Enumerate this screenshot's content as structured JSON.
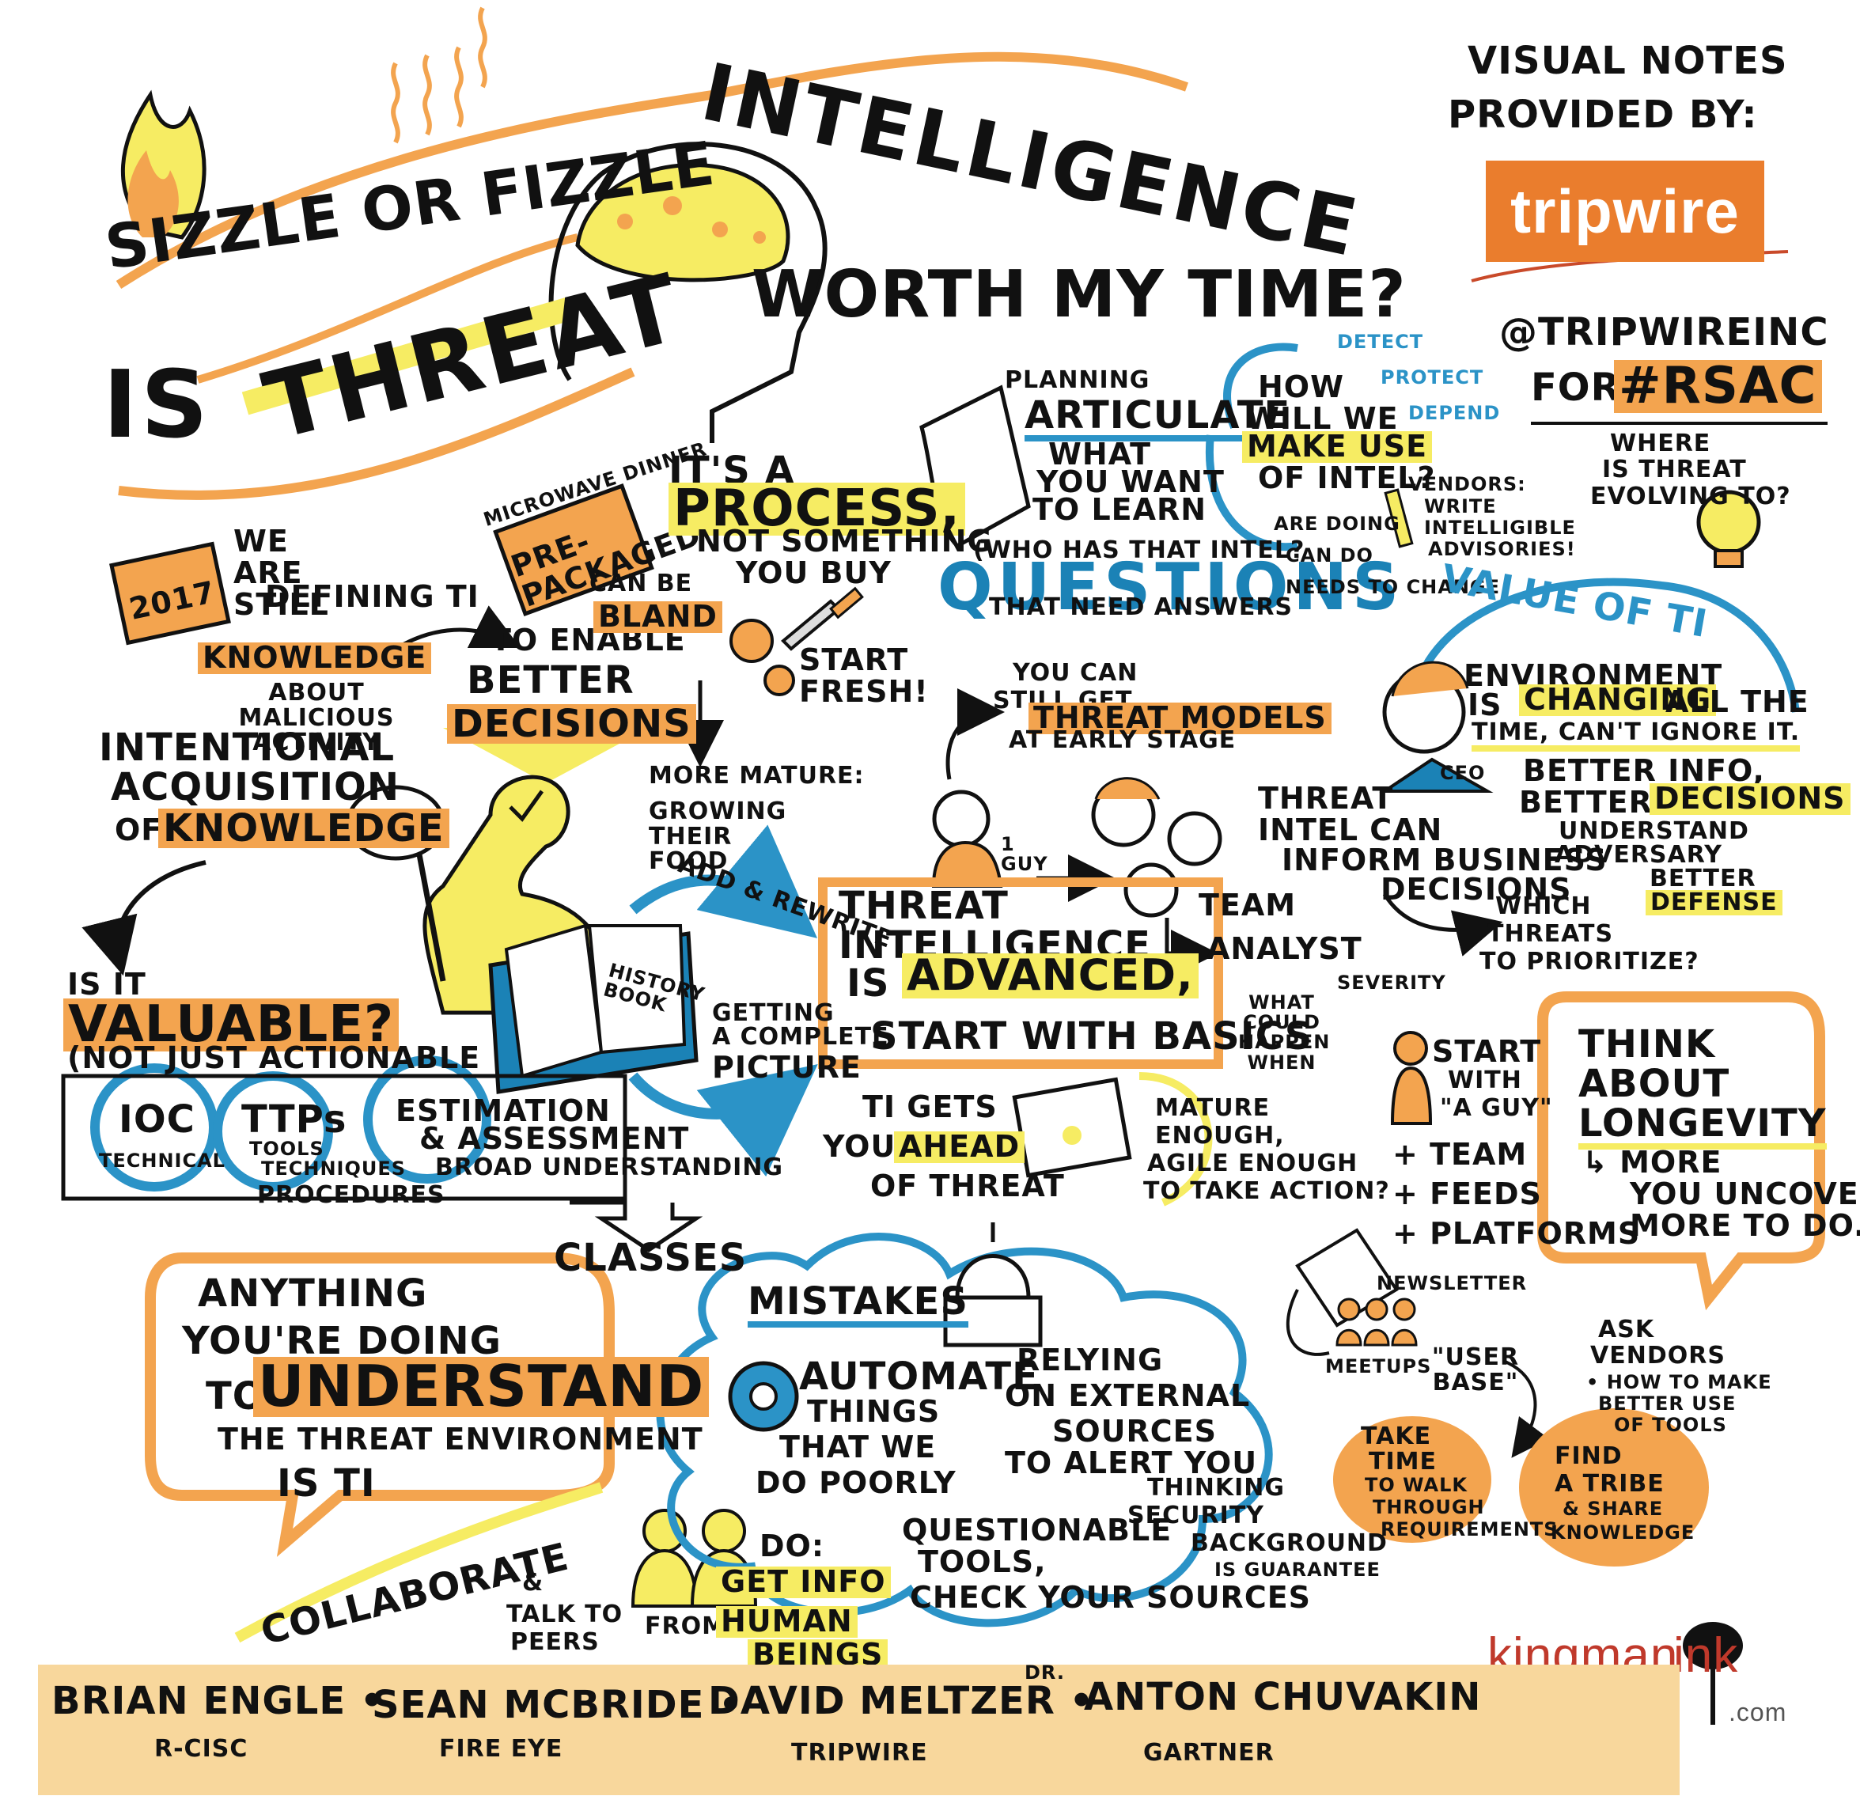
{
  "header": {
    "line1": "SIZZLE OR FIZZLE",
    "is": "IS",
    "threat": "THREAT",
    "intelligence": "INTELLIGENCE",
    "worth": "WORTH MY TIME?"
  },
  "credit": {
    "visual_notes": "VISUAL NOTES",
    "provided_by": "PROVIDED BY:",
    "tripwire_logo": "tripwire",
    "handle": "@TRIPWIREINC",
    "for": "FOR",
    "hashtag": "#RSAC",
    "kingman": "kingman",
    "ink": "ink",
    "dotcom": ".com"
  },
  "defining": {
    "year": "2017",
    "we_are_still": "WE ARE STILL",
    "defining": "DEFINING TI",
    "knowledge": "KNOWLEDGE",
    "about": "ABOUT MALICIOUS ACTIVITY",
    "to_enable": "TO ENABLE",
    "better": "BETTER",
    "decisions": "DECISIONS"
  },
  "process": {
    "microwave": "MICROWAVE DINNER",
    "prepackaged": "PRE-PACKAGED",
    "can_be": "CAN BE",
    "bland": "BLAND",
    "its_a": "IT'S A",
    "process": "PROCESS,",
    "not_something": "NOT SOMETHING",
    "you_buy": "YOU BUY",
    "start_fresh": "START FRESH!",
    "more_mature": "MORE MATURE:",
    "growing": "GROWING THEIR FOOD"
  },
  "acquisition": {
    "intentional": "INTENTIONAL",
    "acquisition": "ACQUISITION",
    "of": "OF",
    "knowledge": "KNOWLEDGE",
    "is_it": "IS IT",
    "valuable": "VALUABLE?",
    "not_just": "(NOT JUST ACTIONABLE"
  },
  "classes": {
    "ioc": "IOC",
    "technical": "TECHNICAL",
    "ttps": "TTPs",
    "tools": "TOOLS",
    "techniques": "TECHNIQUES",
    "procedures": "PROCEDURES",
    "estimation": "ESTIMATION",
    "assessment": "& ASSESSMENT",
    "broad": "BROAD UNDERSTANDING",
    "classes": "CLASSES"
  },
  "history": {
    "add_rewrite": "ADD & REWRITE",
    "book": "HISTORY BOOK",
    "getting": "GETTING",
    "complete": "A COMPLETE",
    "picture": "PICTURE"
  },
  "planning": {
    "planning": "PLANNING",
    "articulate": "ARTICULATE",
    "what": "WHAT",
    "you_want": "YOU WANT",
    "to_learn": "TO LEARN",
    "who_has": "(WHO HAS THAT INTEL?",
    "questions": "QUESTIONS",
    "that_need": "THAT NEED ANSWERS",
    "are_doing": "ARE DOING",
    "can_do": "CAN DO",
    "needs_change": "NEEDS TO CHANGE"
  },
  "use": {
    "how": "HOW",
    "will_we": "WILL WE",
    "make_use": "MAKE USE",
    "of_intel": "OF INTEL?",
    "detect": "DETECT",
    "protect": "PROTECT",
    "depend": "DEPEND",
    "vendors": "VENDORS:",
    "write": "WRITE",
    "intelligible": "INTELLIGIBLE",
    "advisories": "ADVISORIES!",
    "where": "WHERE",
    "is_threat": "IS THREAT",
    "evolving": "EVOLVING TO?"
  },
  "models": {
    "you_can": "YOU CAN",
    "still_get": "STILL GET",
    "threat_models": "THREAT MODELS",
    "early": "AT EARLY STAGE",
    "one_guy": "1 GUY",
    "team": "TEAM",
    "analyst": "ANALYST",
    "severity": "SEVERITY",
    "what_could": "WHAT COULD HAPPEN WHEN"
  },
  "advanced": {
    "threat": "THREAT",
    "intelligence": "INTELLIGENCE",
    "is": "IS",
    "advanced": "ADVANCED,",
    "start_basics": "START WITH BASICS"
  },
  "ahead": {
    "ti_gets": "TI GETS",
    "you": "YOU",
    "ahead": "AHEAD",
    "of_threat": "OF THREAT",
    "mature": "MATURE",
    "enough": "ENOUGH,",
    "agile": "AGILE ENOUGH",
    "take_action": "TO TAKE ACTION?"
  },
  "value": {
    "title": "VALUE OF TI",
    "environment": "ENVIRONMENT",
    "is": "IS",
    "changing": "CHANGING",
    "all_the": "ALL THE",
    "time": "TIME, CAN'T IGNORE IT.",
    "better_info": "BETTER INFO,",
    "better": "BETTER",
    "decisions": "DECISIONS",
    "understand": "UNDERSTAND",
    "adversary": "ADVERSARY",
    "better2": "BETTER",
    "defense": "DEFENSE",
    "ceo": "CEO",
    "threat_intel": "THREAT",
    "intel_can": "INTEL CAN",
    "inform": "INFORM BUSINESS",
    "biz_decisions": "DECISIONS",
    "which": "WHICH",
    "threats": "THREATS",
    "prioritize": "TO PRIORITIZE?"
  },
  "start": {
    "start": "START",
    "with": "WITH",
    "a_guy": "\"A GUY\"",
    "team": "+ TEAM",
    "feeds": "+ FEEDS",
    "platforms": "+ PLATFORMS",
    "think": "THINK",
    "about": "ABOUT",
    "longevity": "LONGEVITY",
    "more": "↳ MORE",
    "uncover": "YOU UNCOVER,",
    "more_to_do": "MORE TO DO."
  },
  "anything": {
    "line1": "ANYTHING",
    "line2": "YOU'RE DOING",
    "to": "TO",
    "understand": "UNDERSTAND",
    "line4": "THE THREAT ENVIRONMENT",
    "line5": "IS TI"
  },
  "mistakes": {
    "title": "MISTAKES",
    "automate": "AUTOMATE",
    "things": "THINGS",
    "that_we": "THAT WE",
    "do_poorly": "DO POORLY",
    "relying": "RELYING",
    "on_external": "ON EXTERNAL",
    "sources": "SOURCES",
    "to_alert": "TO ALERT YOU",
    "questionable": "QUESTIONABLE",
    "tools": "TOOLS,",
    "check": "CHECK YOUR SOURCES",
    "thinking": "THINKING",
    "security": "SECURITY",
    "background": "BACKGROUND",
    "guarantee": "IS GUARANTEE"
  },
  "collaborate": {
    "title": "COLLABORATE",
    "and": "&",
    "talk": "TALK TO",
    "peers": "PEERS",
    "do": "DO:",
    "get_info": "GET INFO",
    "from": "FROM",
    "human": "HUMAN",
    "beings": "BEINGS"
  },
  "community": {
    "newsletter": "NEWSLETTER",
    "meetups": "MEETUPS",
    "user_base": "\"USER BASE\"",
    "ask": "ASK",
    "vendors": "VENDORS",
    "how_to": "• HOW TO MAKE",
    "better_use": "BETTER USE",
    "of_tools": "OF TOOLS",
    "take": "TAKE",
    "time": "TIME",
    "walk": "TO WALK",
    "through": "THROUGH",
    "requirements": "REQUIREMENTS",
    "find": "FIND",
    "tribe": "A TRIBE",
    "share": "& SHARE",
    "knowledge": "KNOWLEDGE"
  },
  "speakers": [
    {
      "name": "BRIAN ENGLE •",
      "org": "R-CISC"
    },
    {
      "name": "SEAN MCBRIDE •",
      "org": "FIRE EYE"
    },
    {
      "name": "DAVID MELTZER •",
      "org": "TRIPWIRE"
    },
    {
      "name": "ANTON CHUVAKIN",
      "org": "GARTNER"
    }
  ],
  "speaker_prefix": "DR."
}
